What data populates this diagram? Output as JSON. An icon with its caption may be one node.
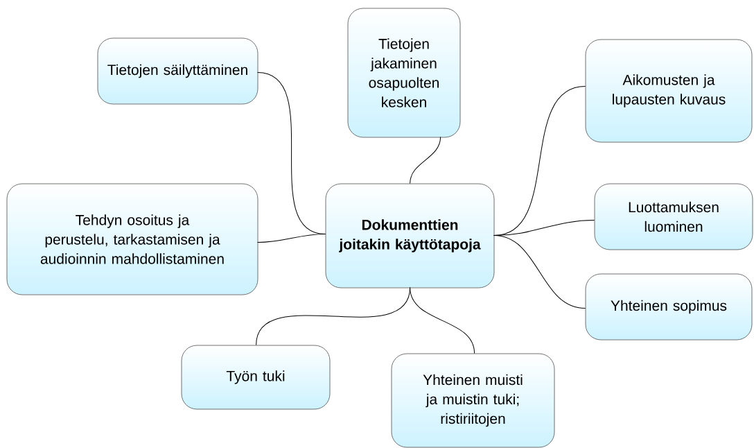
{
  "diagram": {
    "nodes": [
      {
        "text": [
          "Dokumenttien joitakin käyttötapoja"
        ]
      },
      {
        "text": [
          "Tietojen säilyttäminen"
        ]
      },
      {
        "text": [
          "Tietojen jakaminen osapuolten kesken"
        ]
      },
      {
        "text": [
          "Aikomusten ja lupausten kuvaus"
        ]
      },
      {
        "text": [
          "Tehdyn osoitus ja perustelu, tarkastamisen ja audioinnin mahdollistaminen"
        ]
      },
      {
        "text": [
          "Luottamuksen luominen"
        ]
      },
      {
        "text": [
          "Yhteinen sopimus"
        ]
      },
      {
        "text": [
          "Työn tuki"
        ]
      },
      {
        "text": [
          "Yhteinen muisti ja muistin tuki; ristiriitojen"
        ]
      }
    ],
    "edges": [
      {
        "from": 0,
        "to": 1,
        "arrow": "none"
      },
      {
        "from": 0,
        "to": 2,
        "arrow": "none"
      },
      {
        "from": 0,
        "to": 3,
        "arrow": "none"
      },
      {
        "from": 0,
        "to": 4,
        "arrow": "none"
      },
      {
        "from": 0,
        "to": 5,
        "arrow": "none"
      },
      {
        "from": 0,
        "to": 6,
        "arrow": "none"
      },
      {
        "from": 0,
        "to": 7,
        "arrow": "none"
      },
      {
        "from": 0,
        "to": 8,
        "arrow": "none"
      }
    ]
  }
}
